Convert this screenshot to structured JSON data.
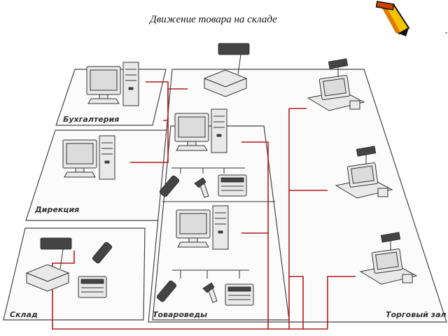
{
  "title": "Движение товара на складе",
  "zones": {
    "accounting": "Бухгалтерия",
    "management": "Дирекция",
    "warehouse": "Склад",
    "merchandisers": "Товароведы",
    "sales_floor": "Торговый зал"
  },
  "icons": [
    "pencil-icon"
  ],
  "colors": {
    "network_line": "#b31b1b",
    "outline": "#444444"
  }
}
